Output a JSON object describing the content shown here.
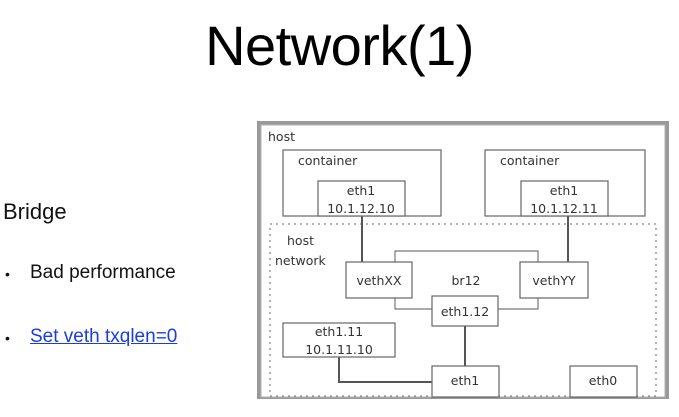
{
  "slide": {
    "title": "Network(1)",
    "heading": "Bridge",
    "bullets": [
      {
        "text": "Bad performance",
        "is_link": false
      },
      {
        "text": "Set veth txqlen=0",
        "is_link": true
      }
    ],
    "bullet_glyph": "•",
    "link_color": "#1a3de0"
  },
  "diagram": {
    "host_label": "host",
    "host_network_label_line1": "host",
    "host_network_label_line2": "network",
    "containers": [
      {
        "label": "container",
        "iface": "eth1",
        "ip": "10.1.12.10"
      },
      {
        "label": "container",
        "iface": "eth1",
        "ip": "10.1.12.11"
      }
    ],
    "bridge_label": "br12",
    "veth_left": "vethXX",
    "veth_right": "vethYY",
    "vlan_iface_12": "eth1.12",
    "vlan_iface_11": "eth1.11",
    "vlan_iface_11_ip": "10.1.11.10",
    "physical_eth1": "eth1",
    "physical_eth0": "eth0"
  }
}
